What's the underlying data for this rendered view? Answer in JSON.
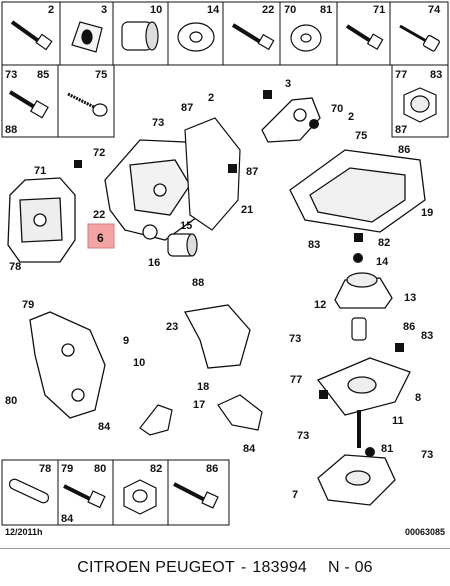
{
  "top_cells": [
    {
      "num": "2"
    },
    {
      "num": "3"
    },
    {
      "num": "10"
    },
    {
      "num": "14"
    },
    {
      "num": "22"
    },
    {
      "num": "70"
    },
    {
      "num": "81"
    },
    {
      "num": "71"
    },
    {
      "num": "74"
    }
  ],
  "left_cells": [
    {
      "nums": [
        "73",
        "85",
        "88"
      ]
    },
    {
      "nums": [
        "75"
      ]
    }
  ],
  "right_cell": {
    "nums": [
      "77",
      "83",
      "87"
    ]
  },
  "bottom_cells": [
    {
      "nums": [
        "78"
      ]
    },
    {
      "nums": [
        "79",
        "80",
        "84"
      ]
    },
    {
      "nums": [
        "82"
      ]
    },
    {
      "nums": [
        "86"
      ]
    }
  ],
  "callouts": [
    "2",
    "3",
    "70",
    "2",
    "87",
    "73",
    "72",
    "71",
    "22",
    "15",
    "16",
    "6",
    "21",
    "87",
    "75",
    "86",
    "19",
    "83",
    "82",
    "14",
    "13",
    "12",
    "86",
    "83",
    "77",
    "8",
    "11",
    "73",
    "81",
    "73",
    "7",
    "88",
    "23",
    "73",
    "79",
    "9",
    "10",
    "80",
    "84",
    "17",
    "18",
    "84",
    "78"
  ],
  "highlight_callout": "6",
  "date_code": "12/2011h",
  "image_code": "00063085",
  "footer": {
    "brand": "CITROEN PEUGEOT",
    "separator": "-",
    "part_number": "183994",
    "page": "N - 06"
  }
}
